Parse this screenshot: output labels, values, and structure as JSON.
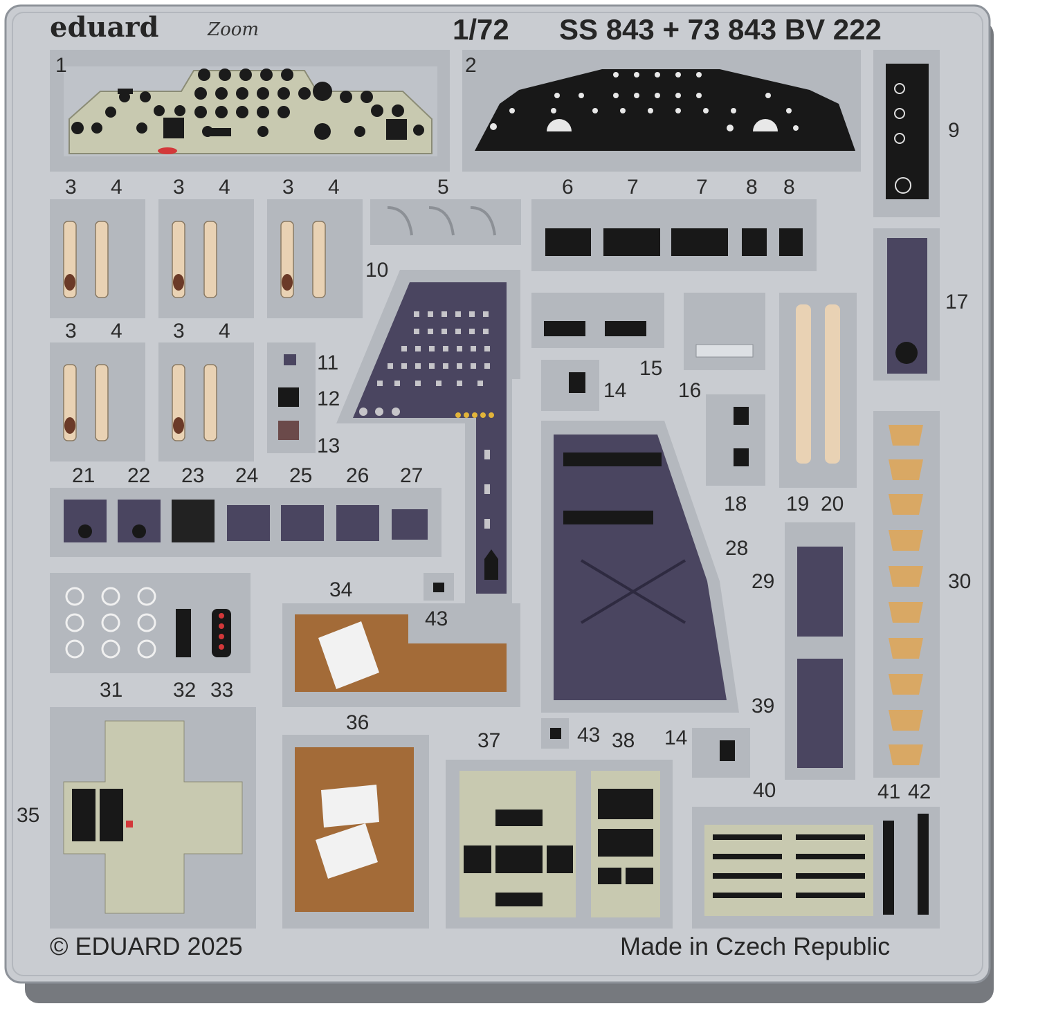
{
  "header": {
    "brand": "eduard",
    "zoom_mark": "Zoom",
    "scale": "1/72",
    "code": "SS 843 + 73 843 BV 222"
  },
  "footer": {
    "copyright": "© EDUARD 2025",
    "origin": "Made in Czech Republic"
  },
  "part_labels": [
    "1",
    "2",
    "3",
    "4",
    "3",
    "4",
    "3",
    "4",
    "5",
    "6",
    "7",
    "7",
    "8",
    "8",
    "9",
    "10",
    "3",
    "4",
    "3",
    "4",
    "11",
    "12",
    "13",
    "14",
    "15",
    "16",
    "17",
    "18",
    "19",
    "20",
    "21",
    "22",
    "23",
    "24",
    "25",
    "26",
    "27",
    "28",
    "29",
    "30",
    "34",
    "43",
    "31",
    "32",
    "33",
    "39",
    "36",
    "43",
    "38",
    "14",
    "37",
    "35",
    "40",
    "41",
    "42"
  ],
  "colors": {
    "sheet": "#c9ccd1",
    "sheet_edge": "#9ea3aa",
    "shadow": "#6a6d73",
    "panel_khaki": "#c8c9b0",
    "panel_black": "#181818",
    "panel_purple": "#4a4560",
    "belt": "#e9d2b4",
    "wood": "#a36b38",
    "orange_pad": "#d9a864"
  }
}
